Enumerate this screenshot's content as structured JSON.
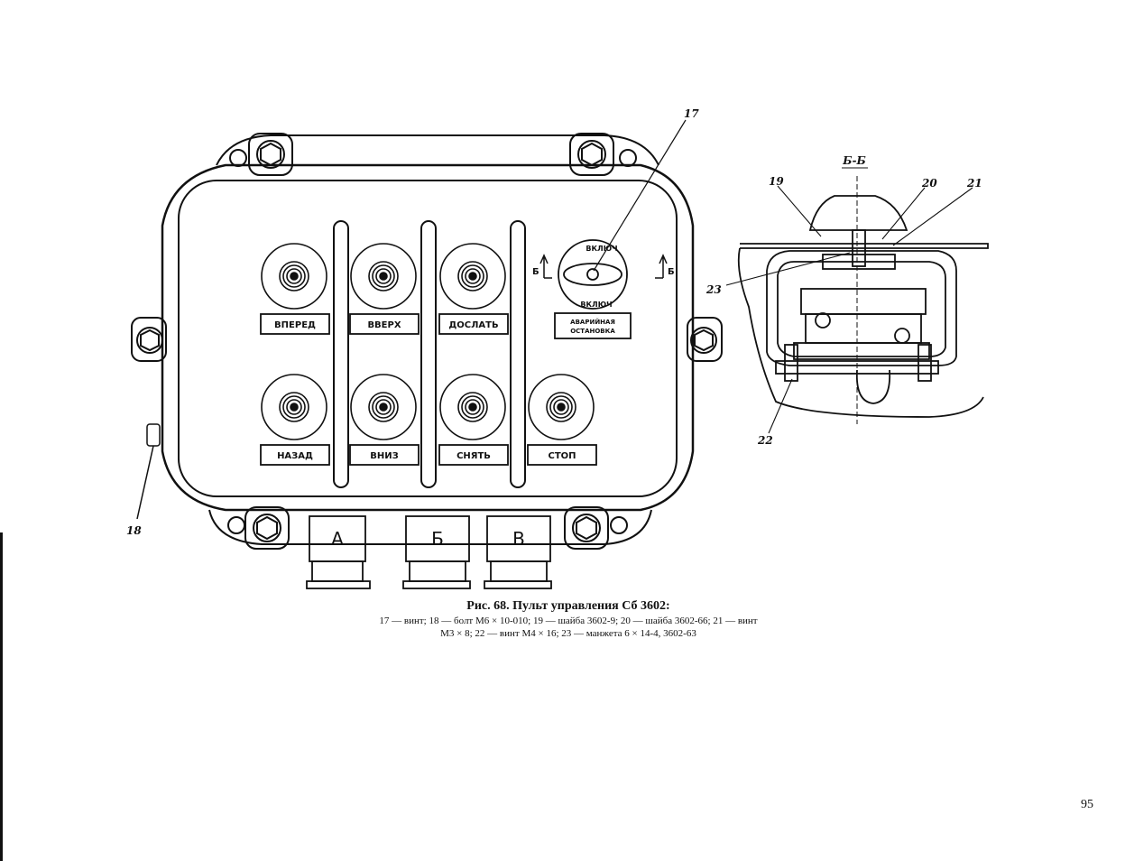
{
  "drawing": {
    "plates": [
      "ВПЕРЕД",
      "ВВЕРХ",
      "ДОСЛАТЬ",
      "НАЗАД",
      "ВНИЗ",
      "СНЯТЬ",
      "СТОП"
    ],
    "emergency_plate": [
      "АВАРИЙНАЯ",
      "ОСТАНОВКА"
    ],
    "switch_top": "ВКЛЮЧ",
    "switch_bottom": "ВКЛЮЧ",
    "section_mark": "Б",
    "section_title": "Б-Б",
    "connectors": [
      "А",
      "Б",
      "В"
    ],
    "callouts": {
      "c17": "17",
      "c18": "18",
      "c19": "19",
      "c20": "20",
      "c21": "21",
      "c22": "22",
      "c23": "23"
    }
  },
  "caption": {
    "title": "Рис. 68. Пульт управления Сб 3602:",
    "line1": "17 — винт; 18 — болт М6 × 10-010; 19 — шайба 3602-9; 20 — шайба 3602-66; 21 — винт",
    "line2": "М3 × 8; 22 — винт М4 × 16; 23 — манжета 6 × 14-4, 3602-63"
  },
  "page_number": "95"
}
